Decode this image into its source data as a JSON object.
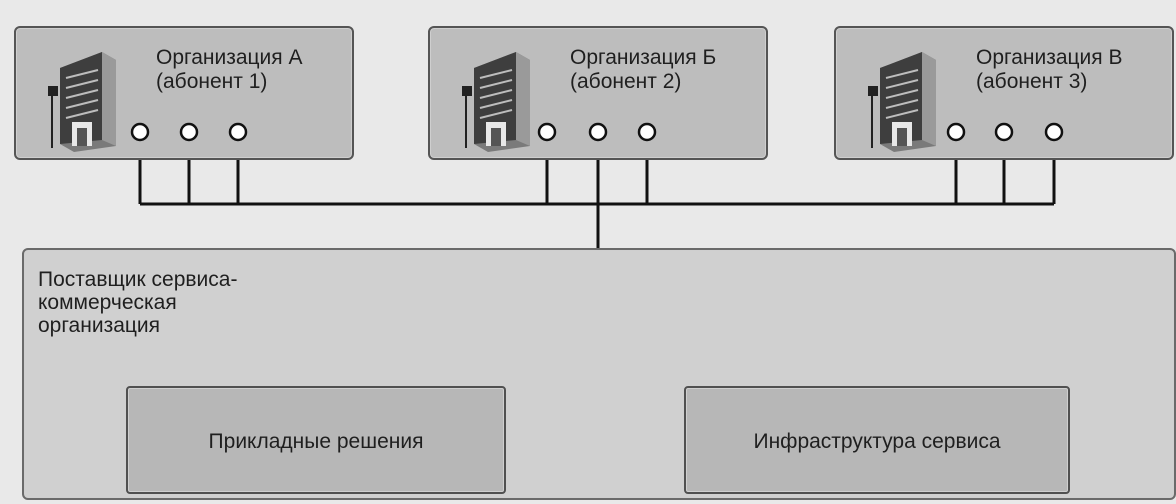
{
  "organizations": [
    {
      "name": "Организация А",
      "subtitle": "(абонент 1)"
    },
    {
      "name": "Организация Б",
      "subtitle": "(абонент 2)"
    },
    {
      "name": "Организация В",
      "subtitle": "(абонент 3)"
    }
  ],
  "provider": {
    "title_lines": [
      "Поставщик сервиса-",
      "коммерческая",
      "организация"
    ],
    "app_solutions": "Прикладные решения",
    "infrastructure": "Инфраструктура сервиса"
  },
  "colors": {
    "box_fill": "#bdbdbd",
    "provider_fill": "#d0d0d0",
    "line": "#111111"
  },
  "icons": [
    "building-icon",
    "connector-port-icon"
  ]
}
